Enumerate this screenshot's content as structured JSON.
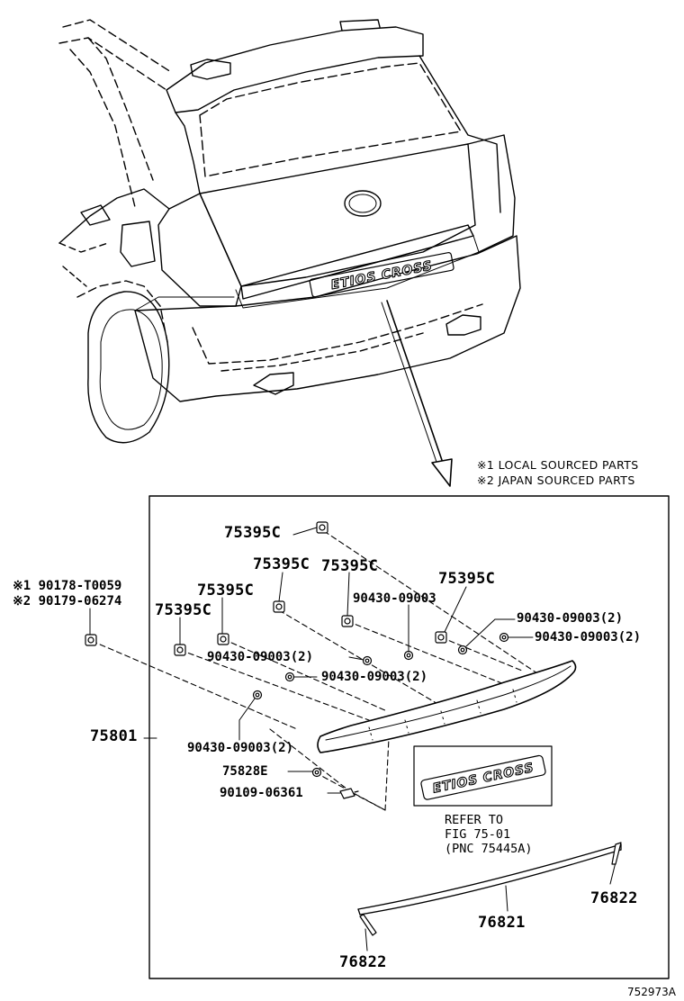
{
  "notes": {
    "local": "※1 LOCAL SOURCED PARTS",
    "japan": "※2 JAPAN SOURCED PARTS"
  },
  "vehicle_badge": "ETIOS CROSS",
  "emblem_badge": "ETIOS CROSS",
  "parts": {
    "clip_1": "75395C",
    "clip_2": "75395C",
    "clip_3": "75395C",
    "clip_4": "75395C",
    "clip_5": "75395C",
    "clip_6": "75395C",
    "alt_local": "※1 90178-T0059",
    "alt_japan": "※2 90179-06274",
    "nut_1": "90430-09003",
    "nut_2": "90430-09003(2)",
    "nut_3": "90430-09003(2)",
    "nut_4": "90430-09003(2)",
    "nut_5": "90430-09003(2)",
    "nut_6": "90430-09003(2)",
    "garnish": "75801",
    "pad": "75828E",
    "screw": "90109-06361",
    "moulding": "76821",
    "moulding_end_right": "76822",
    "moulding_end_left": "76822"
  },
  "reference": {
    "line1": "REFER TO",
    "line2": "FIG 75-01",
    "line3": "(PNC 75445A)"
  },
  "figure_id": "752973A"
}
